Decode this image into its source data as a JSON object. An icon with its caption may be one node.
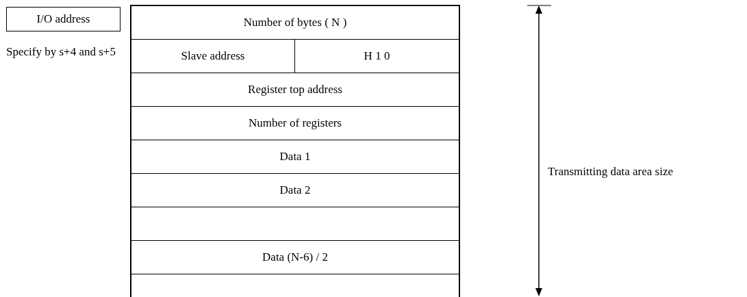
{
  "diagram": {
    "nodes": [
      {
        "text": [
          "I/O address"
        ]
      }
    ],
    "labels": [
      "Specify by s+4 and s+5",
      "Number of bytes ( N )",
      "Slave address",
      "H 1 0",
      "Register top address",
      "Number of registers",
      "Data 1",
      "Data 2",
      "Data (N-6) / 2",
      "Transmitting data area size"
    ]
  }
}
